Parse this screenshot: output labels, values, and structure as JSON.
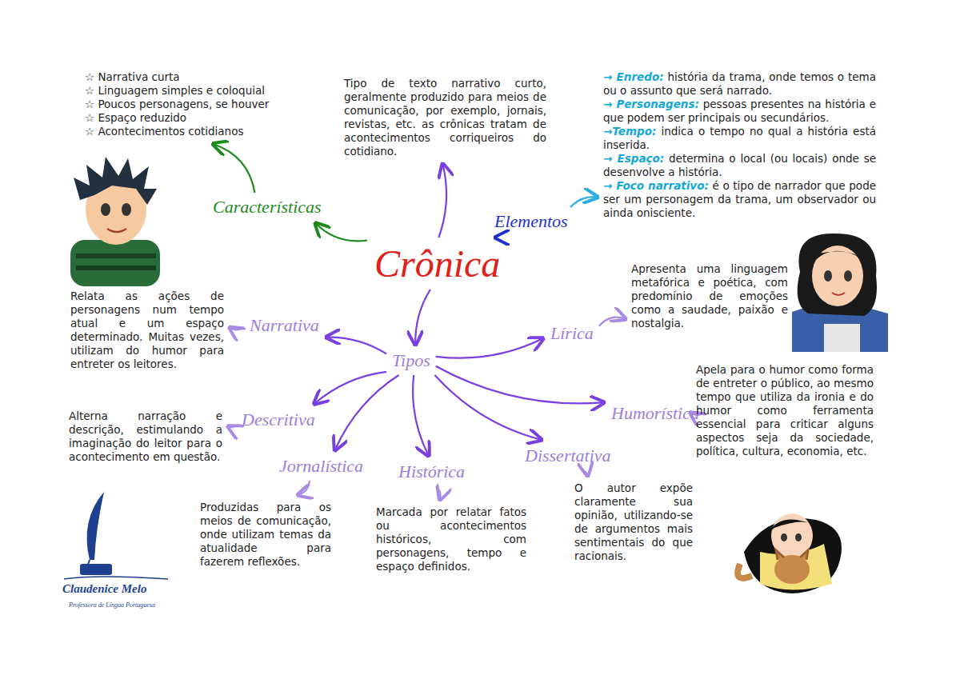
{
  "diagram": {
    "nodes": [
      {
        "text": [
          "Crônica"
        ]
      },
      {
        "text": [
          "Características"
        ]
      },
      {
        "text": [
          "☆ Narrativa curta",
          "☆ Linguagem simples e coloquial",
          "☆ Poucos personagens, se houver",
          "☆ Espaço reduzido",
          "☆ Acontecimentos cotidianos"
        ]
      },
      {
        "text": [
          "Tipo de texto narrativo curto, geralmente produzido para meios de comunicação, por exemplo, jornais, revistas, etc. as crônicas tratam de acontecimentos corriqueiros do cotidiano."
        ]
      },
      {
        "text": [
          "Elementos"
        ]
      },
      {
        "text": [
          "→ Enredo:",
          "história da trama, onde temos o tema ou o assunto que será narrado.",
          "→ Personagens:",
          "pessoas presentes na história e que podem ser principais ou secundários.",
          "→Tempo:",
          "indica o tempo no qual a história está inserida.",
          "→ Espaço:",
          "determina o local (ou locais) onde se desenvolve a história.",
          "→ Foco narrativo:",
          "é o tipo de narrador que pode ser um personagem da trama, um observador ou ainda onisciente."
        ]
      },
      {
        "text": [
          "Tipos"
        ]
      },
      {
        "text": [
          "Narrativa"
        ]
      },
      {
        "text": [
          "Relata as ações de personagens num tempo atual e um espaço determinado. Muitas vezes, utilizam do humor para entreter os leitores."
        ]
      },
      {
        "text": [
          "Lírica"
        ]
      },
      {
        "text": [
          "Apresenta uma linguagem metafórica e poética, com predomínio de emoções como a saudade, paixão e nostalgia."
        ]
      },
      {
        "text": [
          "Descritiva"
        ]
      },
      {
        "text": [
          "Alterna narração e descrição, estimulando a imaginação do leitor para o acontecimento em questão."
        ]
      },
      {
        "text": [
          "Humorística"
        ]
      },
      {
        "text": [
          "Apela para o humor como forma de entreter o público, ao mesmo tempo que utiliza da ironia e do humor como ferramenta essencial para criticar alguns aspectos seja da sociedade, política, cultura, economia, etc."
        ]
      },
      {
        "text": [
          "Jornalística"
        ]
      },
      {
        "text": [
          "Produzidas para os meios de comunicação, onde utilizam temas da atualidade para fazerem reflexões."
        ]
      },
      {
        "text": [
          "Histórica"
        ]
      },
      {
        "text": [
          "Marcada por relatar fatos ou acontecimentos históricos, com personagens, tempo e espaço definidos."
        ]
      },
      {
        "text": [
          "Dissertativa"
        ]
      },
      {
        "text": [
          "O autor expõe claramente sua opinião, utilizando-se de argumentos mais sentimentais do que racionais."
        ]
      }
    ],
    "edges": [
      {
        "from": 0,
        "to": 1,
        "arrow": "to"
      },
      {
        "from": 1,
        "to": 2,
        "arrow": "to"
      },
      {
        "from": 0,
        "to": 3,
        "arrow": "to"
      },
      {
        "from": 0,
        "to": 4,
        "arrow": "to"
      },
      {
        "from": 4,
        "to": 5,
        "arrow": "to"
      },
      {
        "from": 0,
        "to": 6,
        "arrow": "to"
      },
      {
        "from": 6,
        "to": 7,
        "arrow": "to"
      },
      {
        "from": 7,
        "to": 8,
        "arrow": "to"
      },
      {
        "from": 6,
        "to": 9,
        "arrow": "to"
      },
      {
        "from": 9,
        "to": 10,
        "arrow": "to"
      },
      {
        "from": 6,
        "to": 11,
        "arrow": "to"
      },
      {
        "from": 11,
        "to": 12,
        "arrow": "to"
      },
      {
        "from": 6,
        "to": 13,
        "arrow": "to"
      },
      {
        "from": 13,
        "to": 14,
        "arrow": "to"
      },
      {
        "from": 6,
        "to": 15,
        "arrow": "to"
      },
      {
        "from": 15,
        "to": 16,
        "arrow": "to"
      },
      {
        "from": 6,
        "to": 17,
        "arrow": "to"
      },
      {
        "from": 17,
        "to": 18,
        "arrow": "to"
      },
      {
        "from": 6,
        "to": 19,
        "arrow": "to"
      },
      {
        "from": 19,
        "to": 20,
        "arrow": "to"
      }
    ],
    "labels": [
      "Claudenice Melo",
      "Professora de Língua Portuguesa"
    ]
  }
}
